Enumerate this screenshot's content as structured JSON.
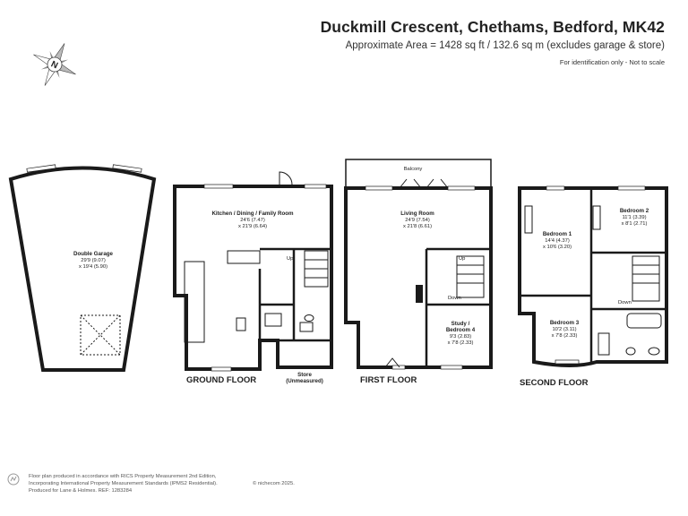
{
  "header": {
    "title": "Duckmill Crescent, Chethams, Bedford, MK42",
    "area": "Approximate Area = 1428 sq ft / 132.6 sq m (excludes garage & store)",
    "note": "For identification only - Not to scale"
  },
  "compass": {
    "label": "N"
  },
  "garage": {
    "name": "Double Garage",
    "dim1": "29'9 (9.07)",
    "dim2": "x 19'4 (5.90)"
  },
  "ground_floor": {
    "label": "GROUND FLOOR",
    "kitchen": {
      "name": "Kitchen / Dining / Family Room",
      "dim1": "24'6 (7.47)",
      "dim2": "x 21'9 (6.64)"
    },
    "store": {
      "name": "Store",
      "note": "(Unmeasured)"
    },
    "stairs": "Up"
  },
  "first_floor": {
    "label": "FIRST FLOOR",
    "balcony": "Balcony",
    "living": {
      "name": "Living Room",
      "dim1": "24'9 (7.54)",
      "dim2": "x 21'8 (6.61)"
    },
    "study": {
      "name": "Study /",
      "name2": "Bedroom 4",
      "dim1": "9'3 (2.83)",
      "dim2": "x 7'8 (2.33)"
    },
    "stairs_up": "Up",
    "stairs_down": "Down"
  },
  "second_floor": {
    "label": "SECOND FLOOR",
    "bed1": {
      "name": "Bedroom 1",
      "dim1": "14'4 (4.37)",
      "dim2": "x 10'6 (3.20)"
    },
    "bed2": {
      "name": "Bedroom 2",
      "dim1": "11'1 (3.39)",
      "dim2": "x 8'1 (2.71)"
    },
    "bed3": {
      "name": "Bedroom 3",
      "dim1": "10'2 (3.11)",
      "dim2": "x 7'8 (2.33)"
    },
    "stairs_down": "Down"
  },
  "footer": {
    "line1": "Floor plan produced in accordance with RICS Property Measurement 2nd Edition,",
    "line2": "Incorporating International Property Measurement Standards (IPMS2 Residential).",
    "copyright": "© nichecom 2025.",
    "line3": "Produced for Lane & Holmes.   REF: 1283284"
  }
}
